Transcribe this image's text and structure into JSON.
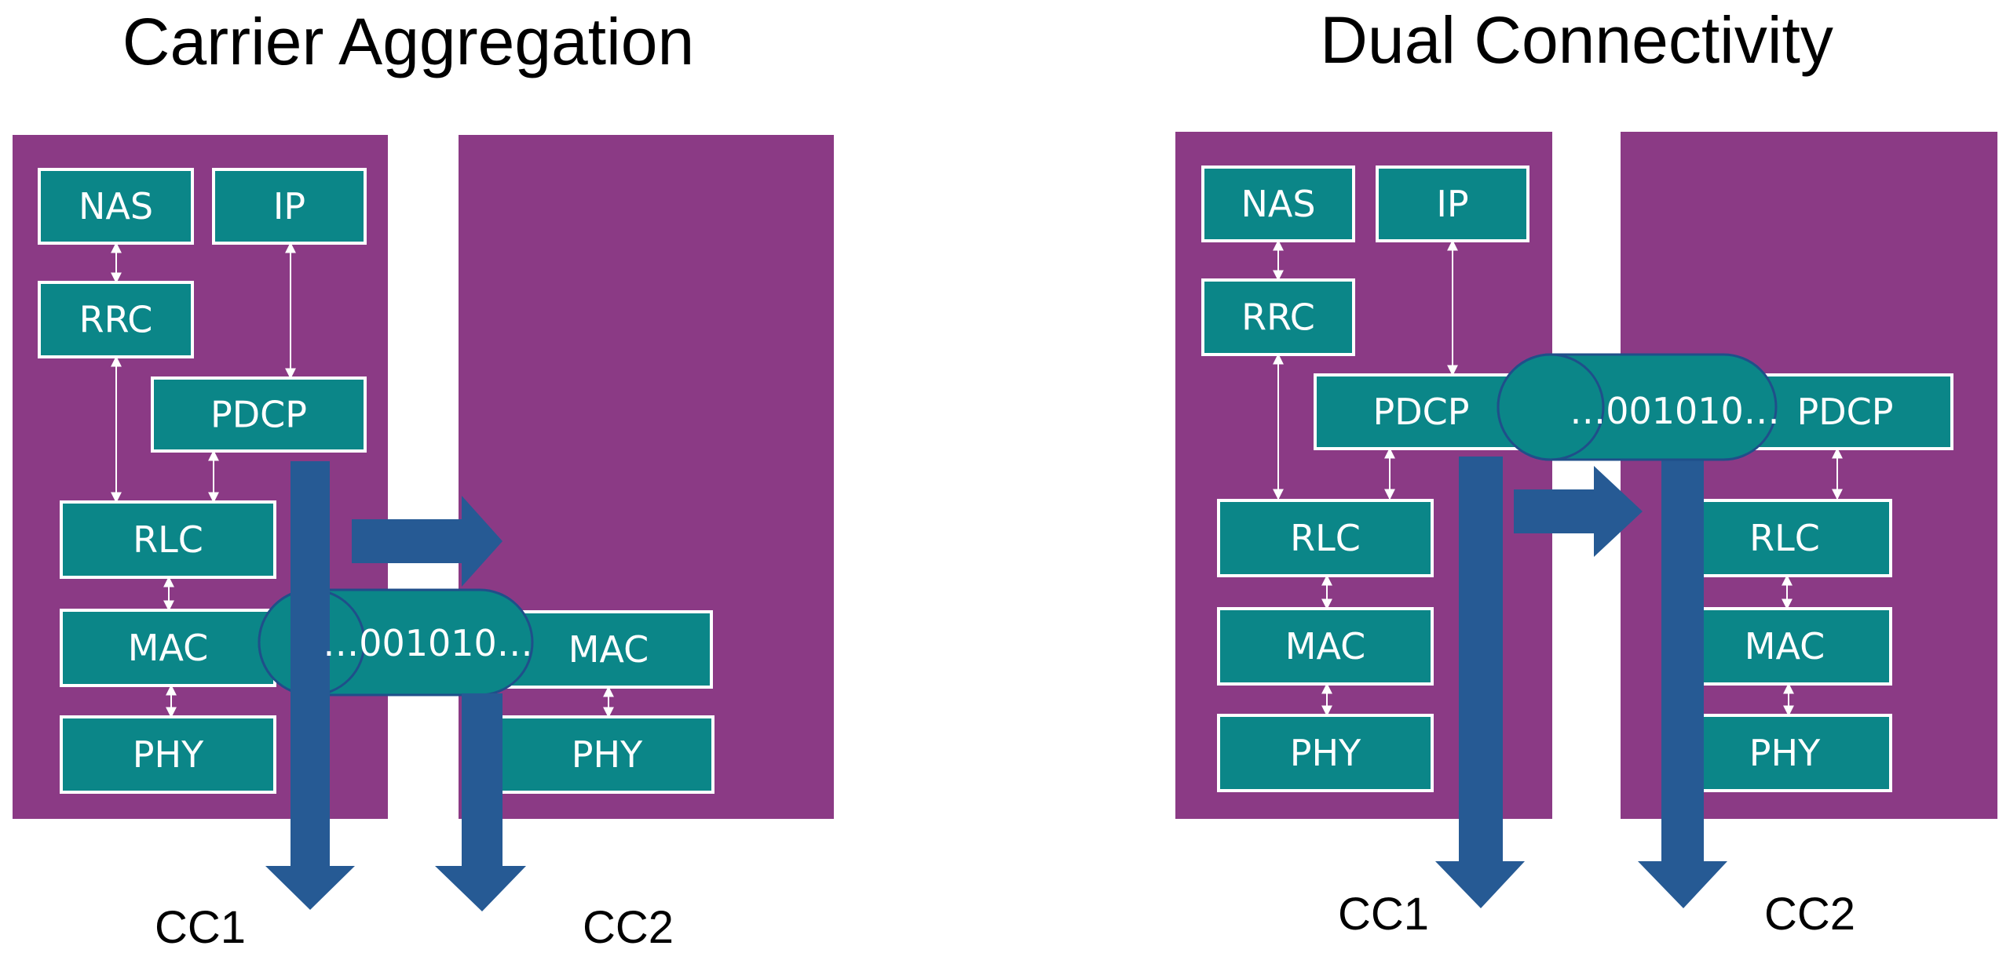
{
  "colors": {
    "panel": "#8b3a85",
    "layer": "#0b8688",
    "arrow": "#265a94",
    "pipe_stroke": "#1f4f8a",
    "connector": "#ffffff"
  },
  "left": {
    "title": "Carrier Aggregation",
    "layers": {
      "nas": "NAS",
      "ip": "IP",
      "rrc": "RRC",
      "pdcp": "PDCP",
      "rlc": "RLC",
      "mac": "MAC",
      "phy": "PHY",
      "mac2": "MAC",
      "phy2": "PHY"
    },
    "pipe": "…001010…",
    "cc1": "CC1",
    "cc2": "CC2"
  },
  "right": {
    "title": "Dual Connectivity",
    "layers": {
      "nas": "NAS",
      "ip": "IP",
      "rrc": "RRC",
      "pdcp": "PDCP",
      "rlc": "RLC",
      "mac": "MAC",
      "phy": "PHY",
      "pdcp2": "PDCP",
      "rlc2": "RLC",
      "mac2": "MAC",
      "phy2": "PHY"
    },
    "pipe": "…001010…",
    "cc1": "CC1",
    "cc2": "CC2"
  }
}
